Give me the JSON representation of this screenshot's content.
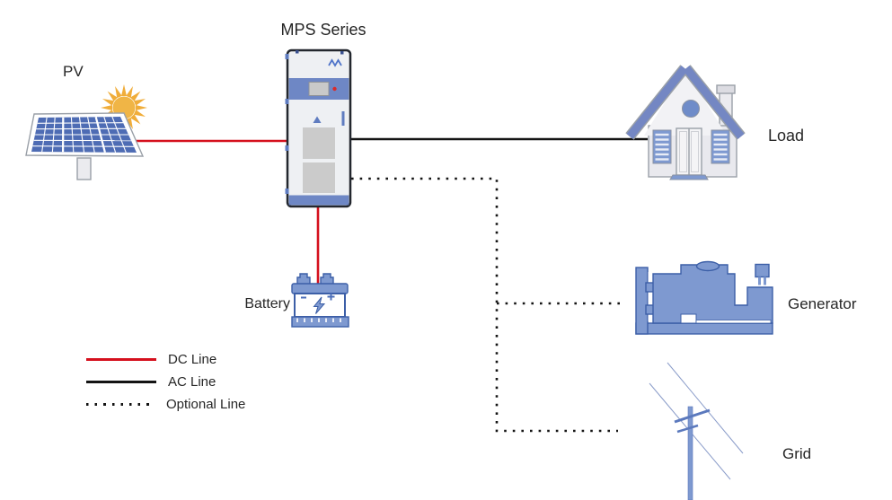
{
  "diagram_title": "MPS Series",
  "nodes": {
    "pv": {
      "label": "PV",
      "icon": "solar-panel-icon"
    },
    "inverter": {
      "label": "MPS Series",
      "icon": "inverter-cabinet-icon"
    },
    "load": {
      "label": "Load",
      "icon": "house-icon"
    },
    "battery": {
      "label": "Battery",
      "icon": "battery-icon"
    },
    "generator": {
      "label": "Generator",
      "icon": "generator-icon"
    },
    "grid": {
      "label": "Grid",
      "icon": "utility-pole-icon"
    }
  },
  "connections": [
    {
      "from": "pv",
      "to": "inverter",
      "type": "DC Line"
    },
    {
      "from": "inverter",
      "to": "battery",
      "type": "DC Line"
    },
    {
      "from": "inverter",
      "to": "load",
      "type": "AC Line"
    },
    {
      "from": "inverter",
      "to": "generator",
      "type": "Optional Line"
    },
    {
      "from": "inverter",
      "to": "grid",
      "type": "Optional Line"
    }
  ],
  "legend": {
    "items": [
      {
        "label": "DC Line",
        "style": "solid",
        "color": "#d5101d"
      },
      {
        "label": "AC Line",
        "style": "solid",
        "color": "#141414"
      },
      {
        "label": "Optional Line",
        "style": "dotted",
        "color": "#141414"
      }
    ]
  },
  "colors": {
    "dc-line": "#d5101d",
    "ac-line": "#141414",
    "optional-line": "#141414",
    "device-blue": "#7e99d0",
    "device-blue-dark": "#3c5fa7",
    "band-blue": "#6e87c5",
    "roof-blue": "#7487c3",
    "cell-blue": "#4e6cb4",
    "sun-orange": "#f0ad3a",
    "body-gray": "#ebebef",
    "outline-gray": "#9aa0a8",
    "cabinet-border": "#23272e",
    "screen-gray": "#c9c9c9",
    "text": "#262626",
    "background": "#ffffff"
  }
}
